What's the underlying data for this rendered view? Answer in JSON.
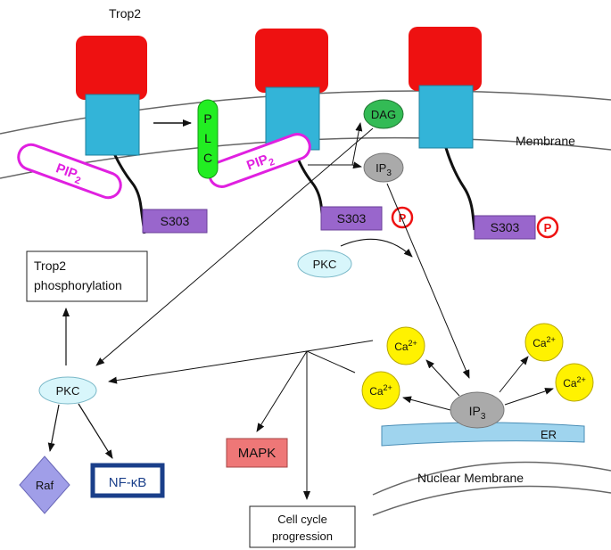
{
  "labels": {
    "trop2": "Trop2",
    "membrane": "Membrane",
    "plc": [
      "P",
      "L",
      "C"
    ],
    "pip2": "PIP2",
    "dag": "DAG",
    "ip3": "IP3",
    "s303": "S303",
    "p": "P",
    "pkc": "PKC",
    "trop2_phos": [
      "Trop2",
      "phosphorylation"
    ],
    "ca": "Ca2+",
    "er": "ER",
    "mapk": "MAPK",
    "raf": "Raf",
    "nfkb": "NF-κB",
    "cell_cycle": [
      "Cell cycle",
      "progression"
    ],
    "nuclear_membrane": "Nuclear Membrane"
  },
  "colors": {
    "receptor_top": "#ee1111",
    "receptor_body": "#33b4d8",
    "plc": "#22ee22",
    "pip2": "#e020e0",
    "dag": "#33bb55",
    "ip3": "#aaaaaa",
    "s303": "#9966cc",
    "phospho": "#ee1111",
    "pkc": "#d8f6fb",
    "ca": "#fff200",
    "er": "#9fd4ee",
    "mapk": "#ee7777",
    "raf": "#a09ee8",
    "nfkb_border": "#1a3f8a"
  }
}
